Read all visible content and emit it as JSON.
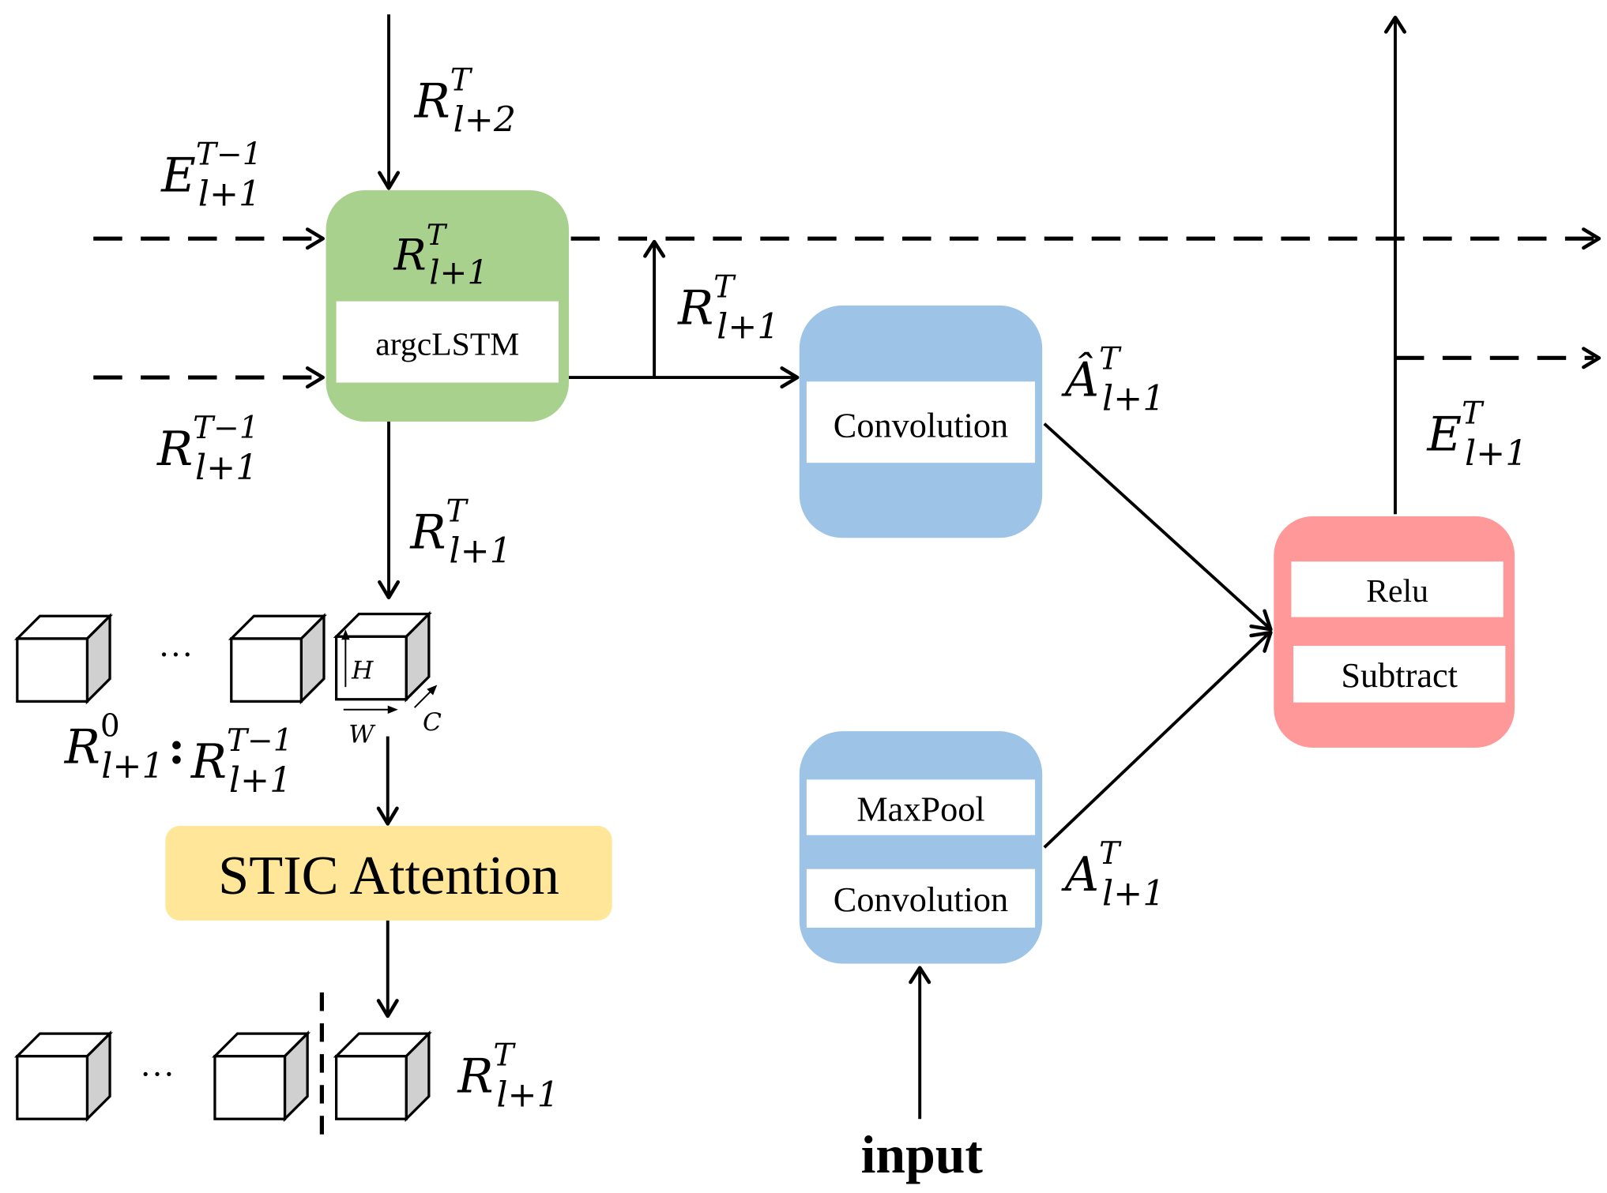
{
  "colors": {
    "lstm_block": "#a9d18e",
    "conv_block": "#9dc3e6",
    "error_block": "#ff9999",
    "attention_block": "#ffe699",
    "inner_box": "#ffffff",
    "cube_side": "#d0d0d0",
    "line": "#000000"
  },
  "blocks": {
    "lstm": {
      "state_label": {
        "base": "R",
        "sup": "T",
        "sub": "l+1"
      },
      "inner_label": "argcLSTM"
    },
    "prediction": {
      "inner_label": "Convolution"
    },
    "target": {
      "inner_labels": [
        "MaxPool",
        "Convolution"
      ]
    },
    "error": {
      "inner_labels": [
        "Relu",
        "Subtract"
      ]
    },
    "attention": {
      "label": "STIC Attention"
    }
  },
  "labels": {
    "r_top_input": {
      "base": "R",
      "sup": "T",
      "sub": "l+2"
    },
    "e_prev": {
      "base": "E",
      "sup": "T−1",
      "sub": "l+1"
    },
    "r_prev": {
      "base": "R",
      "sup": "T−1",
      "sub": "l+1"
    },
    "r_to_conv": {
      "base": "R",
      "sup": "T",
      "sub": "l+1"
    },
    "r_down": {
      "base": "R",
      "sup": "T",
      "sub": "l+1"
    },
    "a_hat": {
      "base": "Â",
      "sup": "T",
      "sub": "l+1"
    },
    "a_target": {
      "base": "A",
      "sup": "T",
      "sub": "l+1"
    },
    "e_out": {
      "base": "E",
      "sup": "T",
      "sub": "l+1"
    },
    "history_range": {
      "first": {
        "base": "R",
        "sup": "0",
        "sub": "l+1"
      },
      "separator": ":",
      "last": {
        "base": "R",
        "sup": "T−1",
        "sub": "l+1"
      }
    },
    "r_result": {
      "base": "R",
      "sup": "T",
      "sub": "l+1"
    },
    "cube_axes": {
      "height": "H",
      "width": "W",
      "channel": "C"
    },
    "ellipsis": "…",
    "input": "input"
  }
}
